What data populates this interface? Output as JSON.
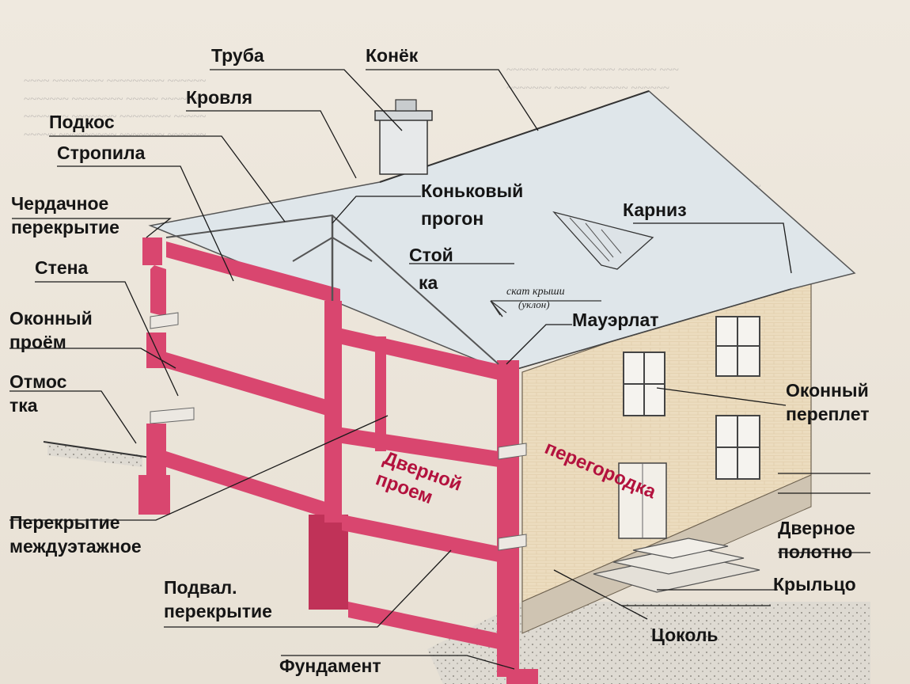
{
  "labels": {
    "truba": "Труба",
    "konek": "Конёк",
    "krovlya": "Кровля",
    "podkos": "Подкос",
    "stropila": "Стропила",
    "cherdachnoe_1": "Чердачное",
    "cherdachnoe_2": "перекрытие",
    "konkovy_1": "Коньковый",
    "konkovy_2": "прогон",
    "karniz": "Карниз",
    "stena": "Стена",
    "stoyka_1": "Стой",
    "stoyka_2": "ка",
    "okonny_proem_1": "Оконный",
    "okonny_proem_2": "проём",
    "mauerlat": "Мауэрлат",
    "otmostka_1": "Отмос",
    "otmostka_2": "тка",
    "okonny_pereplet_1": "Оконный",
    "okonny_pereplet_2": "переплет",
    "peregorodka": "перегородка",
    "dvernoy_proem_1": "Дверной",
    "dvernoy_proem_2": "проем",
    "mezhduetazhnoe_1": "Перекрытие",
    "mezhduetazhnoe_2": "междуэтажное",
    "dvernoe_polotno_1": "Дверное",
    "dvernoe_polotno_2": "полотно",
    "podval_1": "Подвал.",
    "podval_2": "перекрытие",
    "krylco": "Крыльцо",
    "cokol": "Цоколь",
    "fundament": "Фундамент"
  },
  "roof_note": {
    "line1": "скат крыши",
    "line2": "(уклон)"
  },
  "colors": {
    "wall_section": "#d9466f",
    "wall_section_dark": "#b8234f",
    "roof": "#dfe6ea",
    "facade": "#ecdcbf",
    "label_text": "#151515",
    "accent_label": "#b3123e",
    "leader_line": "#1a1a1a"
  }
}
